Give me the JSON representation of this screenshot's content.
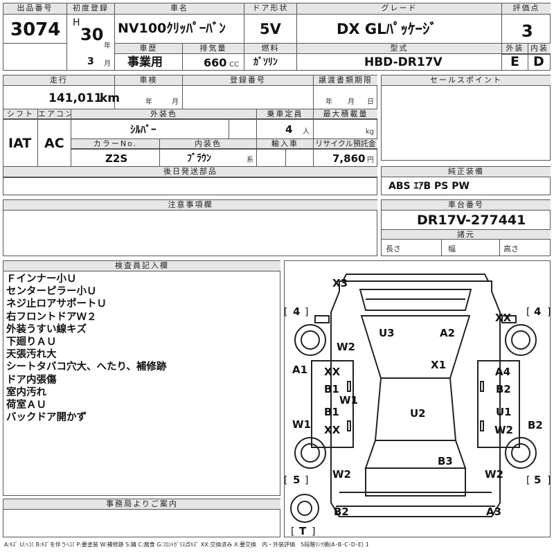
{
  "header": {
    "lot_label": "出品番号",
    "lot_number": "3074",
    "reg_label": "初度登録",
    "era": "H",
    "reg_year": "30",
    "year_unit": "年",
    "reg_month": "3",
    "month_unit": "月",
    "name_label": "車名",
    "car_name": "NV100ｸﾘｯﾊﾟｰﾊﾞﾝ",
    "door_label": "ドア形状",
    "door": "5V",
    "grade_label": "グレード",
    "grade": "DX GLﾊﾟｯｹｰｼﾞ",
    "score_label": "評価点",
    "score": "3",
    "ext_label": "外装",
    "ext_grade": "E",
    "int_label": "内装",
    "int_grade": "D",
    "history_label": "車歴",
    "history": "事業用",
    "disp_label": "排気量",
    "displacement": "660",
    "disp_unit": "CC",
    "fuel_label": "燃料",
    "fuel": "ｶﾞｿﾘﾝ",
    "model_label": "型式",
    "model": "HBD-DR17V"
  },
  "mid": {
    "mileage_label": "走行",
    "mileage": "141,011",
    "mileage_unit": "km",
    "inspection_label": "車検",
    "insp_year": "年",
    "insp_month": "月",
    "plate_label": "登録番号",
    "transfer_label": "譲渡書類期限",
    "tr_year": "年",
    "tr_month": "月",
    "tr_day": "日",
    "sales_label": "セールスポイント",
    "shift_label": "シフト",
    "shift": "IAT",
    "ac_label": "エアコン",
    "ac": "AC",
    "color_label": "外装色",
    "color": "ｼﾙﾊﾞｰ",
    "capacity_label": "乗車定員",
    "capacity": "4",
    "capacity_unit": "人",
    "load_label": "最大積載量",
    "load_unit": "kg",
    "color_no_label": "カラーNo.",
    "color_no": "Z2S",
    "interior_label": "内装色",
    "interior": "ﾌﾞﾗｳﾝ",
    "interior_unit": "系",
    "import_label": "輸入車",
    "recycle_label": "リサイクル預託金",
    "recycle": "7,860",
    "recycle_unit": "円",
    "later_label": "後日発送部品",
    "genuine_label": "純正装備",
    "genuine": "ABS ｴｱB PS PW",
    "caution_label": "注意事項欄",
    "chassis_label": "車台番号",
    "chassis": "DR17V-277441",
    "spec_label": "諸元",
    "length_label": "長さ",
    "width_label": "幅",
    "height_label": "高さ"
  },
  "inspector": {
    "label": "検査員記入欄",
    "notes": [
      "Ｆインナー小Ｕ",
      "センターピラー小Ｕ",
      "ネジ止ロアサポートＵ",
      "右フロントドアＷ２",
      "外装うすい線キズ",
      "下廻りＡＵ",
      "天張汚れ大",
      "シートタバコ穴大、へたり、補修跡",
      "ドア内張傷",
      "室内汚れ",
      "荷室ＡＵ",
      "バックドア開かず"
    ]
  },
  "office": {
    "label": "事務局よりご案内"
  },
  "legend": "A:ｷｽﾞ U:ﾍｺﾐ B:ｷｽﾞを伴うﾍｺﾐ P:要塗装 W:補修跡 S:錆 C:腐食 G:ﾌﾛﾝﾄｶﾞﾗｽ点ｷｽﾞ XX:交換済み X:要交換　内・外装評価　5段階ﾗﾝｸ順(A･B･C･D･E) 1",
  "diagram": {
    "marks": {
      "x3": "X3",
      "fl_tire": "4",
      "fr_tire": "4",
      "fr_xx": "XX",
      "u3": "U3",
      "a2": "A2",
      "w2_fl": "W2",
      "x1": "X1",
      "a1": "A1",
      "xx_ld": "XX",
      "a4": "A4",
      "b1_ld": "B1",
      "b2_rd": "B2",
      "w1_mid": "W1",
      "b1_ld2": "B1",
      "u2": "U2",
      "u1": "U1",
      "w1_left": "W1",
      "xx_ld2": "XX",
      "w2_rd": "W2",
      "b2_right": "B2",
      "b3": "B3",
      "w2_rl": "W2",
      "w2_rr": "W2",
      "rl_tire": "5",
      "rr_tire": "5",
      "b2_rear": "B2",
      "a3": "A3",
      "trunk": "T"
    }
  }
}
